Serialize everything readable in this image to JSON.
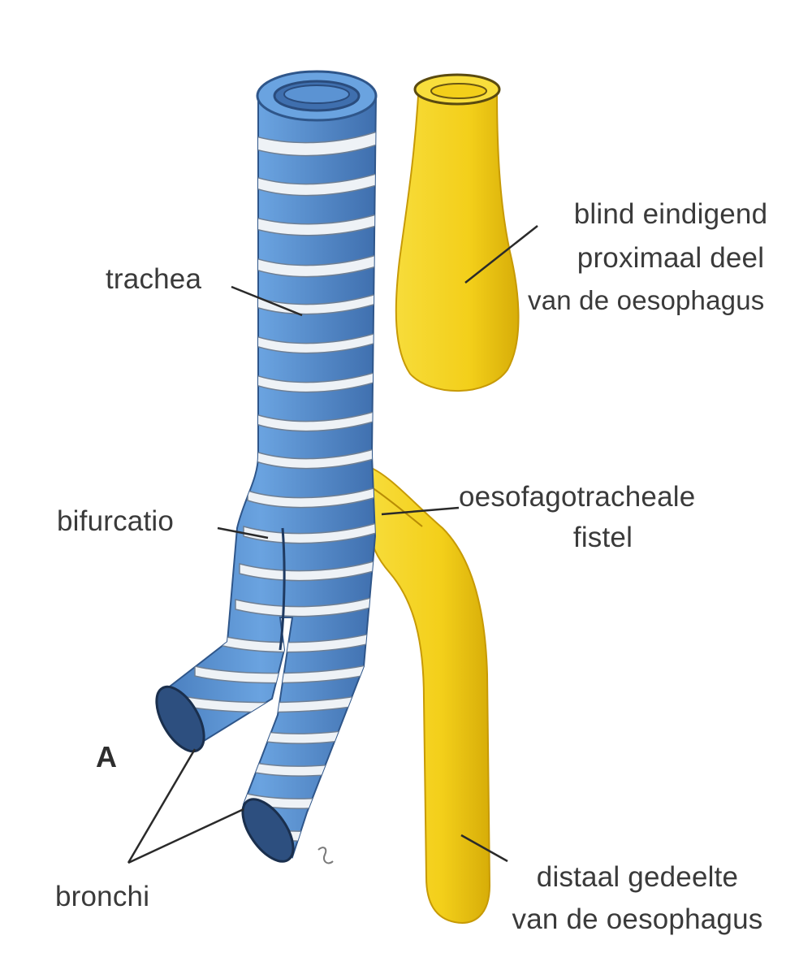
{
  "labels": {
    "trachea": "trachea",
    "blind_oesophagus_line1": "blind eindigend",
    "blind_oesophagus_line2": "proximaal deel",
    "blind_oesophagus_line3": "van de oesophagus",
    "bifurcatio": "bifurcatio",
    "fistel_line1": "oesofagotracheale",
    "fistel_line2": "fistel",
    "panel_letter": "A",
    "bronchi": "bronchi",
    "distal_line1": "distaal gedeelte",
    "distal_line2": "van de oesophagus"
  },
  "colors": {
    "trachea_blue": "#5b93d3",
    "trachea_blue_dark": "#3f6fae",
    "oesophagus_yellow": "#f5d21e",
    "oesophagus_yellow_dark": "#d9b10c",
    "ring_gap": "#e9eef4",
    "line": "#2a2a2a"
  },
  "icons": {
    "anatomy": "tracheo-oesophageal-fistula-illustration"
  }
}
